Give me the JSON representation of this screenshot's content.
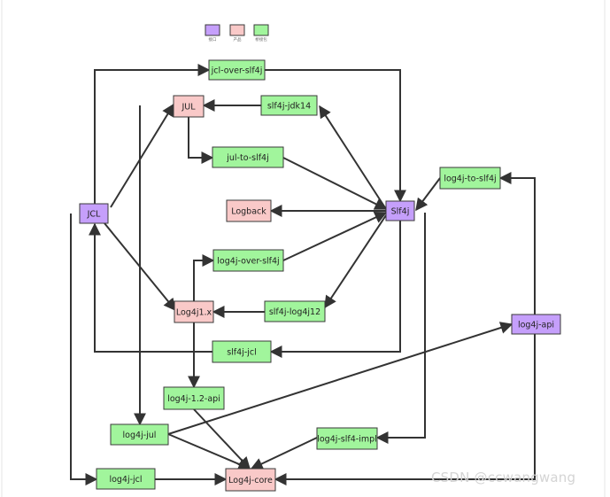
{
  "legend": {
    "items": [
      {
        "label": "接口",
        "color": "#c59ffb"
      },
      {
        "label": "产品",
        "color": "#f9c9c8"
      },
      {
        "label": "桥接包",
        "color": "#a1f59c"
      }
    ]
  },
  "nodes": [
    {
      "id": "jcl_over_slf4j",
      "label": "jcl-over-slf4j",
      "kind": "bridge"
    },
    {
      "id": "jul",
      "label": "JUL",
      "kind": "product"
    },
    {
      "id": "slf4j_jdk14",
      "label": "slf4j-jdk14",
      "kind": "bridge"
    },
    {
      "id": "jul_to_slf4j",
      "label": "jul-to-slf4j",
      "kind": "bridge"
    },
    {
      "id": "log4j_to_slf4j",
      "label": "log4j-to-slf4j",
      "kind": "bridge"
    },
    {
      "id": "jcl",
      "label": "JCL",
      "kind": "interface"
    },
    {
      "id": "logback",
      "label": "Logback",
      "kind": "product"
    },
    {
      "id": "slf4j",
      "label": "Slf4j",
      "kind": "interface"
    },
    {
      "id": "log4j_over_slf4j",
      "label": "log4j-over-slf4j",
      "kind": "bridge"
    },
    {
      "id": "log4j1x",
      "label": "Log4j1.x",
      "kind": "product"
    },
    {
      "id": "slf4j_log4j12",
      "label": "slf4j-log4j12",
      "kind": "bridge"
    },
    {
      "id": "log4j_api",
      "label": "log4j-api",
      "kind": "interface"
    },
    {
      "id": "slf4j_jcl",
      "label": "slf4j-jcl",
      "kind": "bridge"
    },
    {
      "id": "log4j_12_api",
      "label": "log4j-1.2-api",
      "kind": "bridge"
    },
    {
      "id": "log4j_jul",
      "label": "log4j-jul",
      "kind": "bridge"
    },
    {
      "id": "log4j_slf4_impl",
      "label": "log4j-slf4-impl",
      "kind": "bridge"
    },
    {
      "id": "log4j_jcl",
      "label": "log4j-jcl",
      "kind": "bridge"
    },
    {
      "id": "log4j_core",
      "label": "Log4j-core",
      "kind": "product"
    }
  ],
  "colors": {
    "interface": "#c59ffb",
    "product": "#f9c9c8",
    "bridge": "#a1f59c",
    "border": "#3a3a3a",
    "edge": "#333333",
    "text": "#222222"
  },
  "watermark": "CSDN @ccwangwang"
}
